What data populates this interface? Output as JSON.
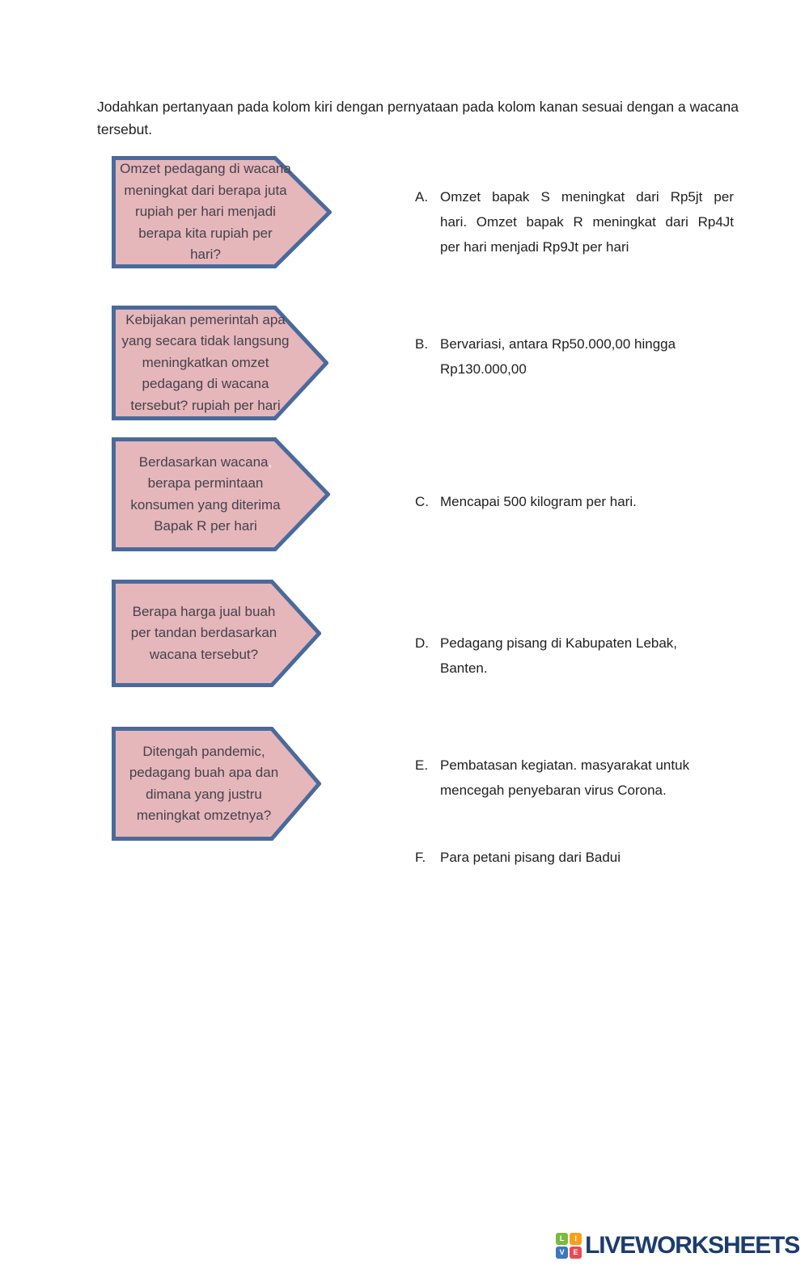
{
  "header": {
    "lines": [
      "Jodahkan pertanyaan pada kolom kiri dengan pernyataan pada kolom kanan sesuai dengan a wacana",
      "tersebut."
    ]
  },
  "questions": [
    {
      "id": "q1",
      "lines": [
        "Omzet pedagang di wacana",
        "meningkat dari berapa juta",
        "rupiah per hari menjadi",
        "berapa kita rupiah per",
        "hari?"
      ]
    },
    {
      "id": "q2",
      "lines": [
        "Kebijakan pemerintah apa",
        "yang secara tidak langsung",
        "meningkatkan omzet",
        "pedagang di wacana",
        "tersebut? rupiah per hari"
      ]
    },
    {
      "id": "q3",
      "lines": [
        {
          "t": "Berdasarkan wacana",
          "faint": ","
        },
        "berapa permintaan",
        "konsumen yang diterima",
        "Bapak R per hari"
      ]
    },
    {
      "id": "q4",
      "lines": [
        "Berapa harga jual buah",
        "per tandan berdasarkan",
        "wacana tersebut?"
      ]
    },
    {
      "id": "q5",
      "lines": [
        "Ditengah pandemic,",
        "pedagang buah apa dan",
        "dimana yang justru",
        "meningkat omzetnya?"
      ]
    }
  ],
  "options": [
    {
      "letter": "A.",
      "lines": [
        {
          "t": "Omzet bapak S meningkat dari Rp5jt per",
          "stretch": true
        },
        {
          "t": "hari. Omzet bapak R meningkat dari Rp4Jt",
          "stretch": true
        },
        {
          "t": "per hari menjadi Rp9Jt per hari"
        }
      ]
    },
    {
      "letter": "B.",
      "lines": [
        {
          "t": "Bervariasi, antara Rp50.000,00 hingga"
        },
        {
          "t": "Rp130.000,00"
        }
      ]
    },
    {
      "letter": "C.",
      "lines": [
        {
          "t": "Mencapai 500 kilogram per hari."
        }
      ]
    },
    {
      "letter": "D.",
      "lines": [
        {
          "t": "Pedagang pisang di Kabupaten Lebak,"
        },
        {
          "t": "Banten."
        }
      ]
    },
    {
      "letter": "E.",
      "lines": [
        {
          "t": "Pembatasan kegiatan. masyarakat untuk"
        },
        {
          "t": "mencegah penyebaran virus Corona."
        }
      ]
    },
    {
      "letter": "F.",
      "lines": [
        {
          "t": "Para petani pisang dari Badui"
        }
      ]
    }
  ],
  "colors": {
    "arrow_fill": "#e5b7ba",
    "arrow_border": "#4a6a9b",
    "arrow_text": "#45414e",
    "body_text": "#212121",
    "wordmark_navy": "#1b3c6e"
  },
  "footer": {
    "wordmark": "LIVEWORKSHEETS",
    "logo_squares": [
      {
        "letter": "L",
        "color": "#7db942"
      },
      {
        "letter": "I",
        "color": "#f9a01b"
      },
      {
        "letter": "V",
        "color": "#3b78bc"
      },
      {
        "letter": "E",
        "color": "#e94b55"
      }
    ]
  }
}
